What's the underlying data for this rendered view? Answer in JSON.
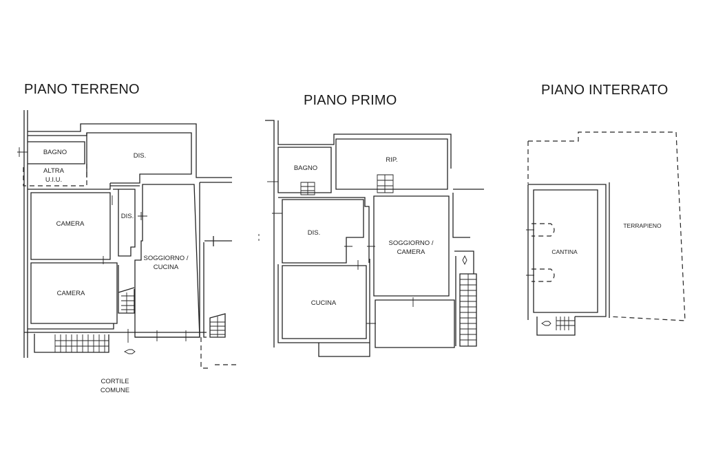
{
  "floors": [
    {
      "id": "terreno",
      "title": "PIANO TERRENO",
      "rooms": [
        {
          "label": "BAGNO"
        },
        {
          "label": "DIS."
        },
        {
          "label_line1": "ALTRA",
          "label_line2": "U.I.U."
        },
        {
          "label": "CAMERA"
        },
        {
          "label": "DIS."
        },
        {
          "label_line1": "SOGGIORNO /",
          "label_line2": "CUCINA"
        },
        {
          "label": "CAMERA"
        }
      ],
      "outside": {
        "label_line1": "CORTILE",
        "label_line2": "COMUNE"
      }
    },
    {
      "id": "primo",
      "title": "PIANO PRIMO",
      "rooms": [
        {
          "label": "BAGNO"
        },
        {
          "label": "RIP."
        },
        {
          "label": "DIS."
        },
        {
          "label_line1": "SOGGIORNO /",
          "label_line2": "CAMERA"
        },
        {
          "label": "CUCINA"
        }
      ]
    },
    {
      "id": "interrato",
      "title": "PIANO INTERRATO",
      "rooms": [
        {
          "label": "CANTINA"
        },
        {
          "label": "TERRAPIENO"
        }
      ]
    }
  ]
}
